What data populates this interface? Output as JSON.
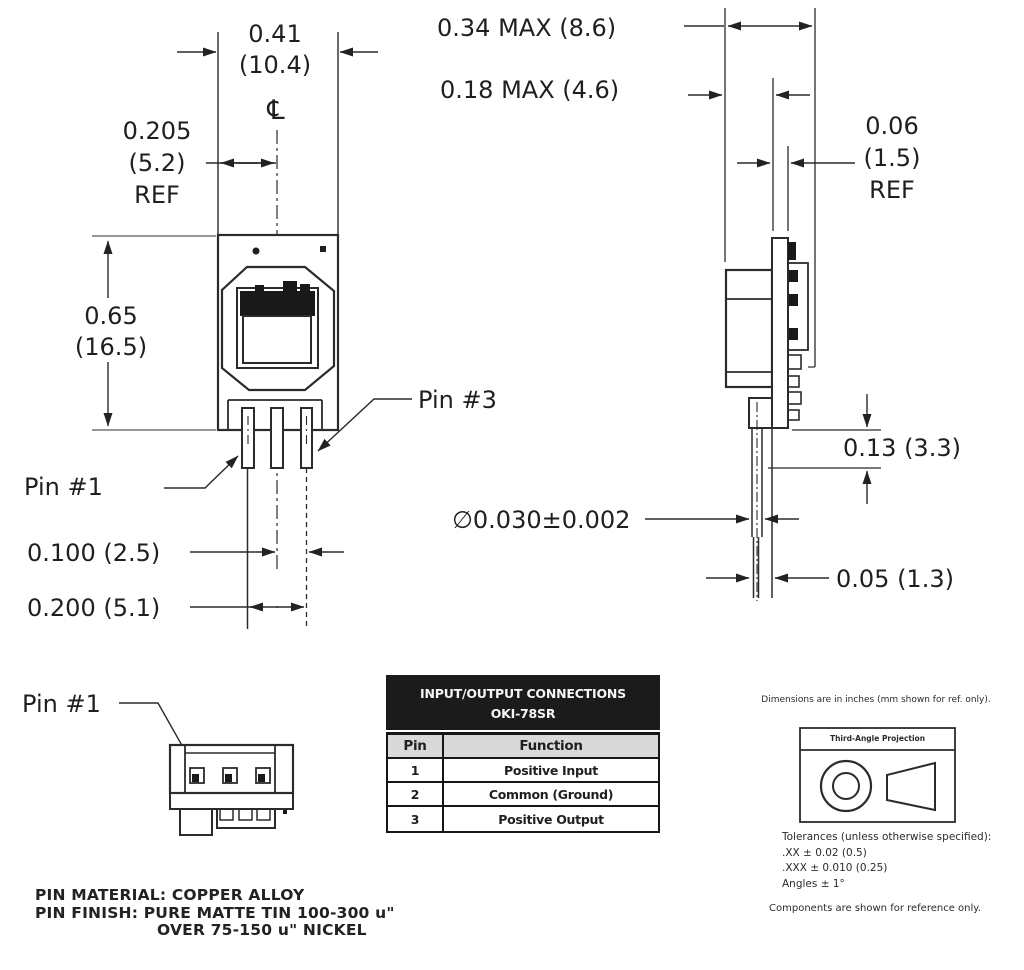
{
  "drawing": {
    "front_view": {
      "width_dim": "0.41\n(10.4)",
      "centerline_symbol": "℄",
      "pitch_ref_dim": "0.205\n(5.2)\nREF",
      "height_dim": "0.65\n(16.5)",
      "pin1_label": "Pin #1",
      "pin3_label": "Pin #3",
      "pin_spacing_dim_1": "0.100 (2.5)",
      "pin_spacing_dim_2": "0.200 (5.1)"
    },
    "side_view": {
      "overall_depth_dim": "0.34 MAX (8.6)",
      "body_depth_dim": "0.18 MAX (4.6)",
      "pcb_thickness_dim": "0.06\n(1.5)\nREF",
      "standoff_dim": "0.13 (3.3)",
      "pin_diameter_dim": "∅0.030±0.002",
      "pin_width_dim": "0.05 (1.3)"
    },
    "bottom_view": {
      "pin1_label": "Pin #1"
    },
    "material_note": {
      "line1": "PIN MATERIAL: COPPER ALLOY",
      "line2": "PIN FINISH: PURE MATTE TIN 100-300 u\"",
      "line3": "OVER 75-150 u\" NICKEL"
    }
  },
  "table": {
    "title_line1": "INPUT/OUTPUT CONNECTIONS",
    "title_line2": "OKI-78SR",
    "col_pin": "Pin",
    "col_function": "Function",
    "rows": [
      {
        "pin": "1",
        "function": "Positive Input"
      },
      {
        "pin": "2",
        "function": "Common (Ground)"
      },
      {
        "pin": "3",
        "function": "Positive Output"
      }
    ]
  },
  "notes": {
    "units": "Dimensions are in inches (mm shown for ref. only).",
    "projection_title": "Third-Angle Projection",
    "tolerances_heading": "Tolerances (unless otherwise specified):",
    "tol_xx": ".XX ± 0.02 (0.5)",
    "tol_xxx": ".XXX ± 0.010 (0.25)",
    "tol_angles": "Angles ± 1°",
    "reference_note": "Components are shown for reference only."
  },
  "colors": {
    "line": "#2b2b2b",
    "table_header_bg": "#1b1b1b",
    "table_subheader_bg": "#d9d9d9"
  }
}
